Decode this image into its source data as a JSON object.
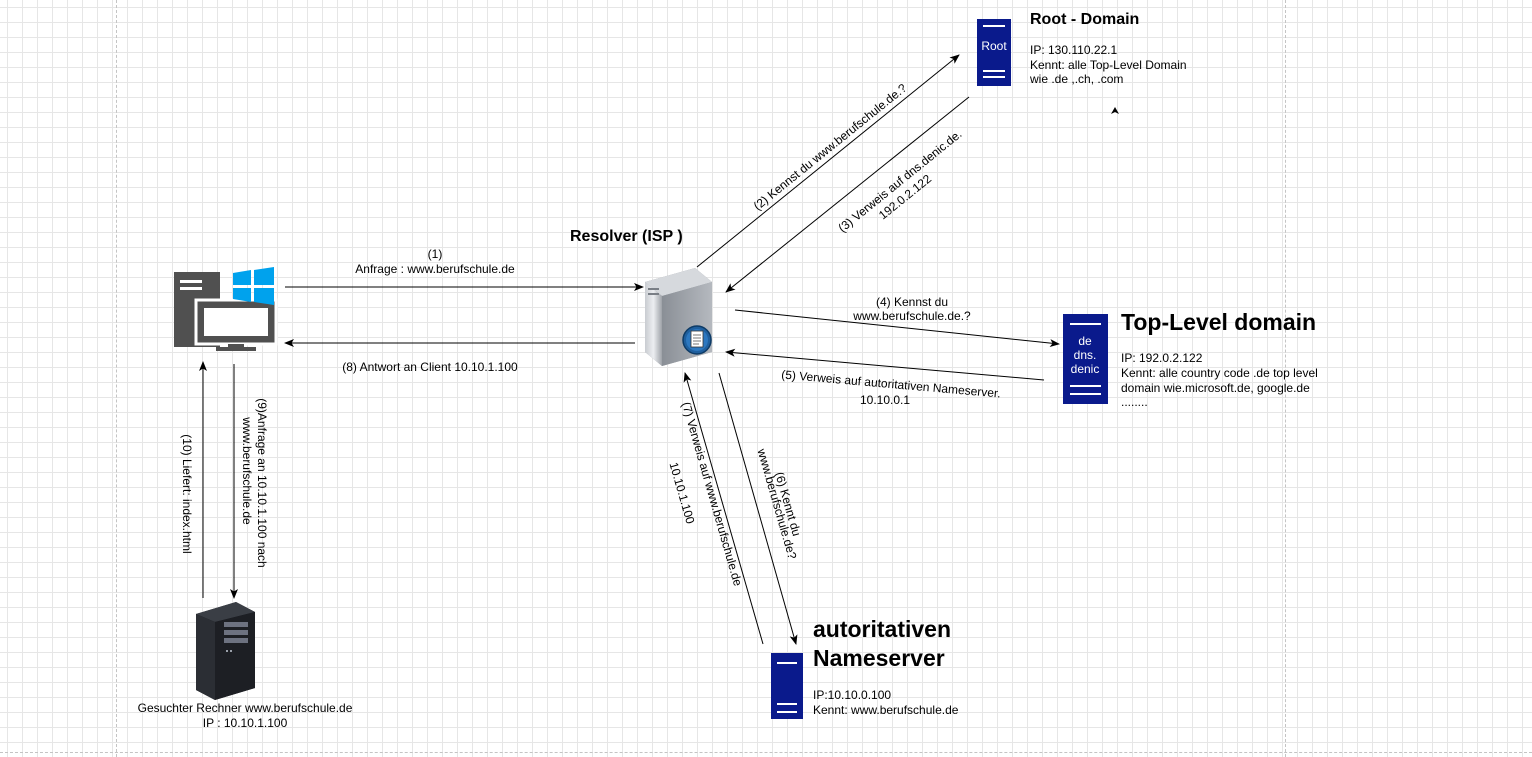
{
  "nodes": {
    "root": {
      "icon_label": "Root",
      "title": "Root - Domain",
      "ip": "IP: 130.110.22.1",
      "info_lines": [
        "Kennt:  alle Top-Level Domain",
        "wie .de ,.ch, .com"
      ]
    },
    "resolver": {
      "title": "Resolver (ISP )"
    },
    "tld": {
      "icon_label_lines": [
        "de",
        "dns.",
        "denic"
      ],
      "title": "Top-Level domain",
      "ip": "IP: 192.0.2.122",
      "info_lines": [
        "Kennt: alle country code .de top level",
        "domain wie.microsoft.de, google.de",
        "........"
      ]
    },
    "auth": {
      "title_lines": [
        "autoritativen",
        "Nameserver"
      ],
      "ip": "IP:10.10.0.100",
      "info": "Kennt:  www.berufschule.de"
    },
    "client": {},
    "target": {
      "caption_lines": [
        "Gesuchter Rechner www.berufschule.de",
        "IP : 10.10.1.100"
      ]
    }
  },
  "steps": {
    "s1": [
      "(1)",
      "Anfrage : www.berufschule.de"
    ],
    "s2": "(2) Kennst du www.berufschule.de.?",
    "s3": [
      "(3) Verweis auf dns.denic.de.",
      "192.0.2.122"
    ],
    "s4": [
      "(4) Kennst du",
      "www.berufschule.de.?"
    ],
    "s5": [
      "(5) Verweis auf autoritativen Nameserver.",
      "10.10.0.1"
    ],
    "s6": [
      "(6) Kennt du",
      "www.berufschule.de?"
    ],
    "s7": [
      "(7) Verweis auf www.berufschule.de",
      "10.10.1.100"
    ],
    "s8": "(8) Antwort an Client 10.10.1.100",
    "s9": [
      "(9)Anfrage an 10.10.1.100 nach",
      "www.berufschule.de"
    ],
    "s10": "(10) Liefert: index.html"
  },
  "colors": {
    "server_blue": "#0a1a8c",
    "windows_blue": "#00a2ed",
    "pc_gray": "#505050",
    "tower_dark": "#1d1f24"
  }
}
